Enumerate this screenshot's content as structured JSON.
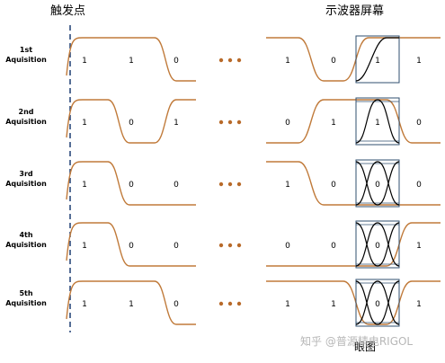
{
  "header": {
    "trigger": "触发点",
    "scope": "示波器屏幕"
  },
  "colors": {
    "wave": "#c07a3a",
    "eye": "#000000",
    "box": "#2f4f6f",
    "dash": "#1f3f73",
    "dots": "#b86a2a"
  },
  "rows": [
    {
      "label_line1": "1st",
      "label_line2": "Aquisition",
      "left_bits": [
        "1",
        "1",
        "0"
      ],
      "right_bits": [
        "1",
        "0",
        "1",
        "1"
      ]
    },
    {
      "label_line1": "2nd",
      "label_line2": "Aquisition",
      "left_bits": [
        "1",
        "0",
        "1"
      ],
      "right_bits": [
        "0",
        "1",
        "1",
        "0"
      ]
    },
    {
      "label_line1": "3rd",
      "label_line2": "Aquisition",
      "left_bits": [
        "1",
        "0",
        "0"
      ],
      "right_bits": [
        "1",
        "0",
        "0",
        "0"
      ]
    },
    {
      "label_line1": "4th",
      "label_line2": "Aquisition",
      "left_bits": [
        "1",
        "0",
        "0"
      ],
      "right_bits": [
        "0",
        "0",
        "0",
        "1"
      ]
    },
    {
      "label_line1": "5th",
      "label_line2": "Aquisition",
      "left_bits": [
        "1",
        "1",
        "0"
      ],
      "right_bits": [
        "1",
        "1",
        "0",
        "1"
      ]
    }
  ],
  "caption": "眼图",
  "watermark": "知乎 @普源精电RIGOL"
}
